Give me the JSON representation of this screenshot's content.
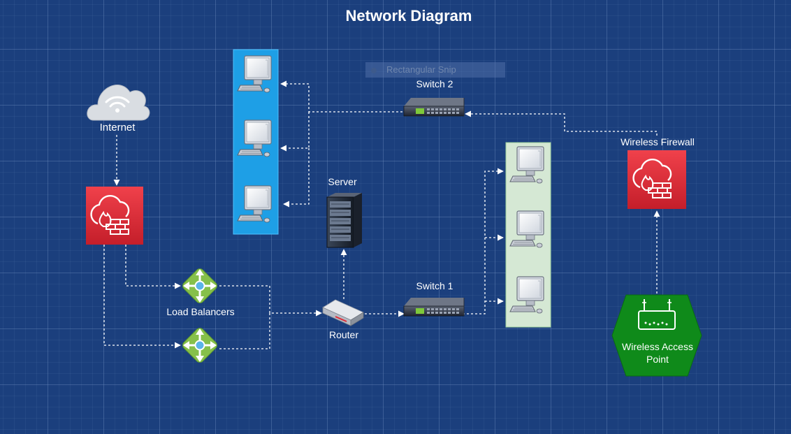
{
  "title": "Network Diagram",
  "labels": {
    "internet": "Internet",
    "load_balancers": "Load Balancers",
    "router": "Router",
    "server": "Server",
    "switch1": "Switch 1",
    "switch2": "Switch 2",
    "wireless_firewall": "Wireless Firewall",
    "wap_line1": "Wireless Access",
    "wap_line2": "Point"
  },
  "overlay": {
    "snip_label": "Rectangular Snip"
  },
  "colors": {
    "background": "#1b3f7d",
    "firewall": "#e02c37",
    "load_balancer": "#7cb342",
    "blue_group": "#1e9fe6",
    "green_group": "#d5e8d4",
    "access_point": "#0f8a1a",
    "connector": "#ffffff"
  },
  "icons": [
    "cloud-icon",
    "firewall-icon",
    "load-balancer-icon",
    "router-icon",
    "server-rack-icon",
    "network-switch-icon",
    "monitor-icon",
    "wireless-access-point-icon"
  ]
}
